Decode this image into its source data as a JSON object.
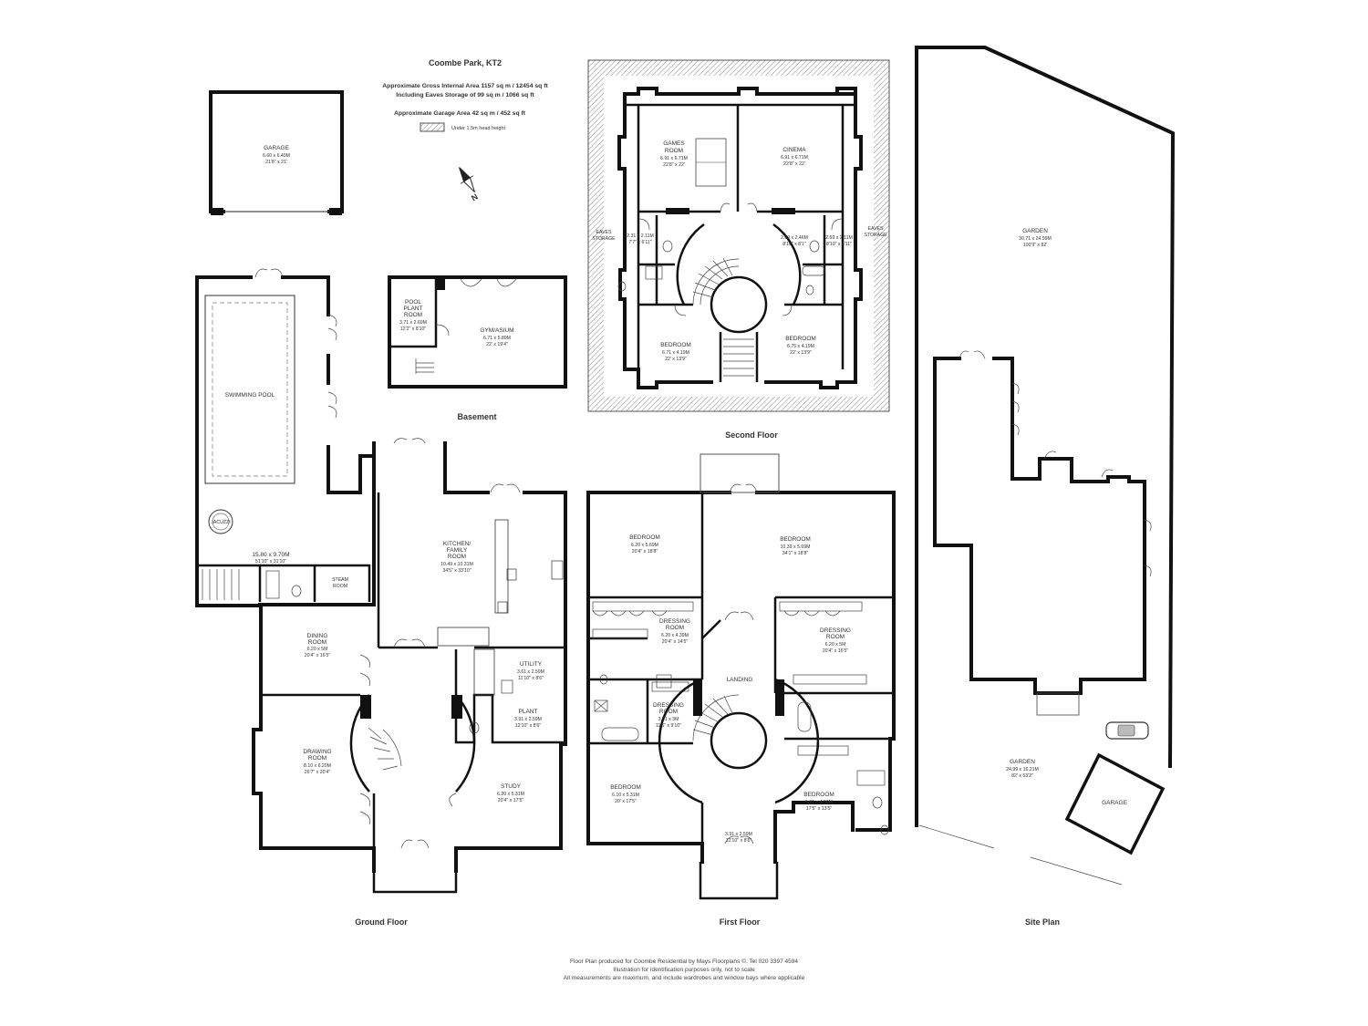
{
  "header": {
    "title": "Coombe Park, KT2",
    "area_line_1": "Approximate Gross Internal Area 1157 sq m  /  12454 sq ft",
    "area_line_2": "Including Eaves Storage of 99 sq m  /  1066 sq ft",
    "garage_area": "Approximate Garage Area 42 sq m  /  452 sq ft",
    "legend_label": "Under 1.5m head height",
    "compass_letter": "N"
  },
  "floors": {
    "basement": "Basement",
    "second": "Second Floor",
    "ground": "Ground Floor",
    "first": "First Floor",
    "site": "Site Plan"
  },
  "rooms": {
    "garage_top": {
      "name": "GARAGE",
      "metric": "6.60 x 6.40M",
      "imperial": "21'8\" x 21'"
    },
    "pool_plant": {
      "name1": "POOL",
      "name2": "PLANT",
      "name3": "ROOM",
      "metric": "3.71 x 2.69M",
      "imperial": "12'2\" x 8'10\""
    },
    "gym": {
      "name": "GYM/ASIUM",
      "metric": "6.71 x 5.89M",
      "imperial": "22' x 19'4\""
    },
    "swimming_pool": {
      "name": "SWIMMING POOL",
      "metric": "15.80 x 9.70M",
      "imperial": "51'10\" x 31'10\""
    },
    "jacuzzi": {
      "name": "JACUZZI"
    },
    "steam": {
      "name1": "STEAM",
      "name2": "ROOM"
    },
    "kitchen": {
      "name1": "KITCHEN/",
      "name2": "FAMILY",
      "name3": "ROOM",
      "metric": "10.49 x 10.31M",
      "imperial": "34'5\" x 33'10\""
    },
    "dining": {
      "name1": "DINING",
      "name2": "ROOM",
      "metric": "6.20 x 5M",
      "imperial": "20'4\" x 16'5\""
    },
    "utility": {
      "name": "UTILITY",
      "metric": "3.61 x 2.59M",
      "imperial": "11'10\" x 8'6\""
    },
    "plant": {
      "name": "PLANT",
      "metric": "3.91 x 2.59M",
      "imperial": "12'10\" x 8'6\""
    },
    "drawing": {
      "name1": "DRAWING",
      "name2": "ROOM",
      "metric": "8.10 x 6.20M",
      "imperial": "26'7\" x 20'4\""
    },
    "study": {
      "name": "STUDY",
      "metric": "6.20 x 5.31M",
      "imperial": "20'4\" x 17'5\""
    },
    "games": {
      "name1": "GAMES",
      "name2": "ROOM",
      "metric": "6.91 x 6.71M",
      "imperial": "22'8\" x 22'"
    },
    "cinema": {
      "name": "CINEMA",
      "metric": "6.91 x 6.71M",
      "imperial": "22'8\" x 22'"
    },
    "eaves_left": {
      "name1": "EAVES",
      "name2": "STORAGE"
    },
    "eaves_right": {
      "name1": "EAVES",
      "name2": "STORAGE"
    },
    "sf_small_left": {
      "metric": "2.31 x 2.11M",
      "imperial": "7'7\" x 6'11\""
    },
    "sf_small_mid": {
      "metric": "2.69 x 2.46M",
      "imperial": "8'10\" x 8'1\""
    },
    "sf_small_right": {
      "metric": "2.69 x 2.11M",
      "imperial": "8'10\" x 6'11\""
    },
    "sf_bed_left": {
      "name": "BEDROOM",
      "metric": "6.71 x 4.19M",
      "imperial": "22' x 13'9\""
    },
    "sf_bed_right": {
      "name": "BEDROOM",
      "metric": "6.75 x 4.19M",
      "imperial": "22' x 13'9\""
    },
    "ff_bed_top_left": {
      "name": "BEDROOM",
      "metric": "6.20 x 5.69M",
      "imperial": "20'4\" x 18'8\""
    },
    "ff_bed_top_right": {
      "name": "BEDROOM",
      "metric": "10.39 x 5.69M",
      "imperial": "34'1\" x 18'8\""
    },
    "ff_dressing_1": {
      "name1": "DRESSING",
      "name2": "ROOM",
      "metric": "6.20 x 4.39M",
      "imperial": "20'4\" x 14'5\""
    },
    "ff_dressing_2": {
      "name1": "DRESSING",
      "name2": "ROOM",
      "metric": "6.20 x 5M",
      "imperial": "20'4\" x 16'5\""
    },
    "ff_dressing_3": {
      "name1": "DRESSING",
      "name2": "ROOM",
      "metric": "3.51 x 3M",
      "imperial": "11'6\" x 9'10\""
    },
    "ff_landing": {
      "name": "LANDING"
    },
    "ff_bed_bottom_left": {
      "name": "BEDROOM",
      "metric": "6.10 x 5.31M",
      "imperial": "20' x 17'5\""
    },
    "ff_bed_bottom_right": {
      "name": "BEDROOM",
      "metric": "5.31 x 4.09M",
      "imperial": "17'5\" x 13'5\""
    },
    "ff_small": {
      "metric": "3.91 x 2.59M",
      "imperial": "12'10\" x 8'6\""
    },
    "site_garden_top": {
      "name": "GARDEN",
      "metric": "30.71 x 24.99M",
      "imperial": "100'9\" x 82'"
    },
    "site_garden_bottom": {
      "name": "GARDEN",
      "metric": "24.99 x 16.21M",
      "imperial": "82' x 53'2\""
    },
    "site_garage": {
      "name": "GARAGE"
    }
  },
  "footer": {
    "line_1": "Floor Plan produced for Coombe Residential by Mays Floorplans ©.  Tel 020 3397 4594",
    "line_2": "Illustration for identification purposes only, not to scale",
    "line_3": "All measurements are maximum, and include wardrobes and window bays where applicable"
  }
}
